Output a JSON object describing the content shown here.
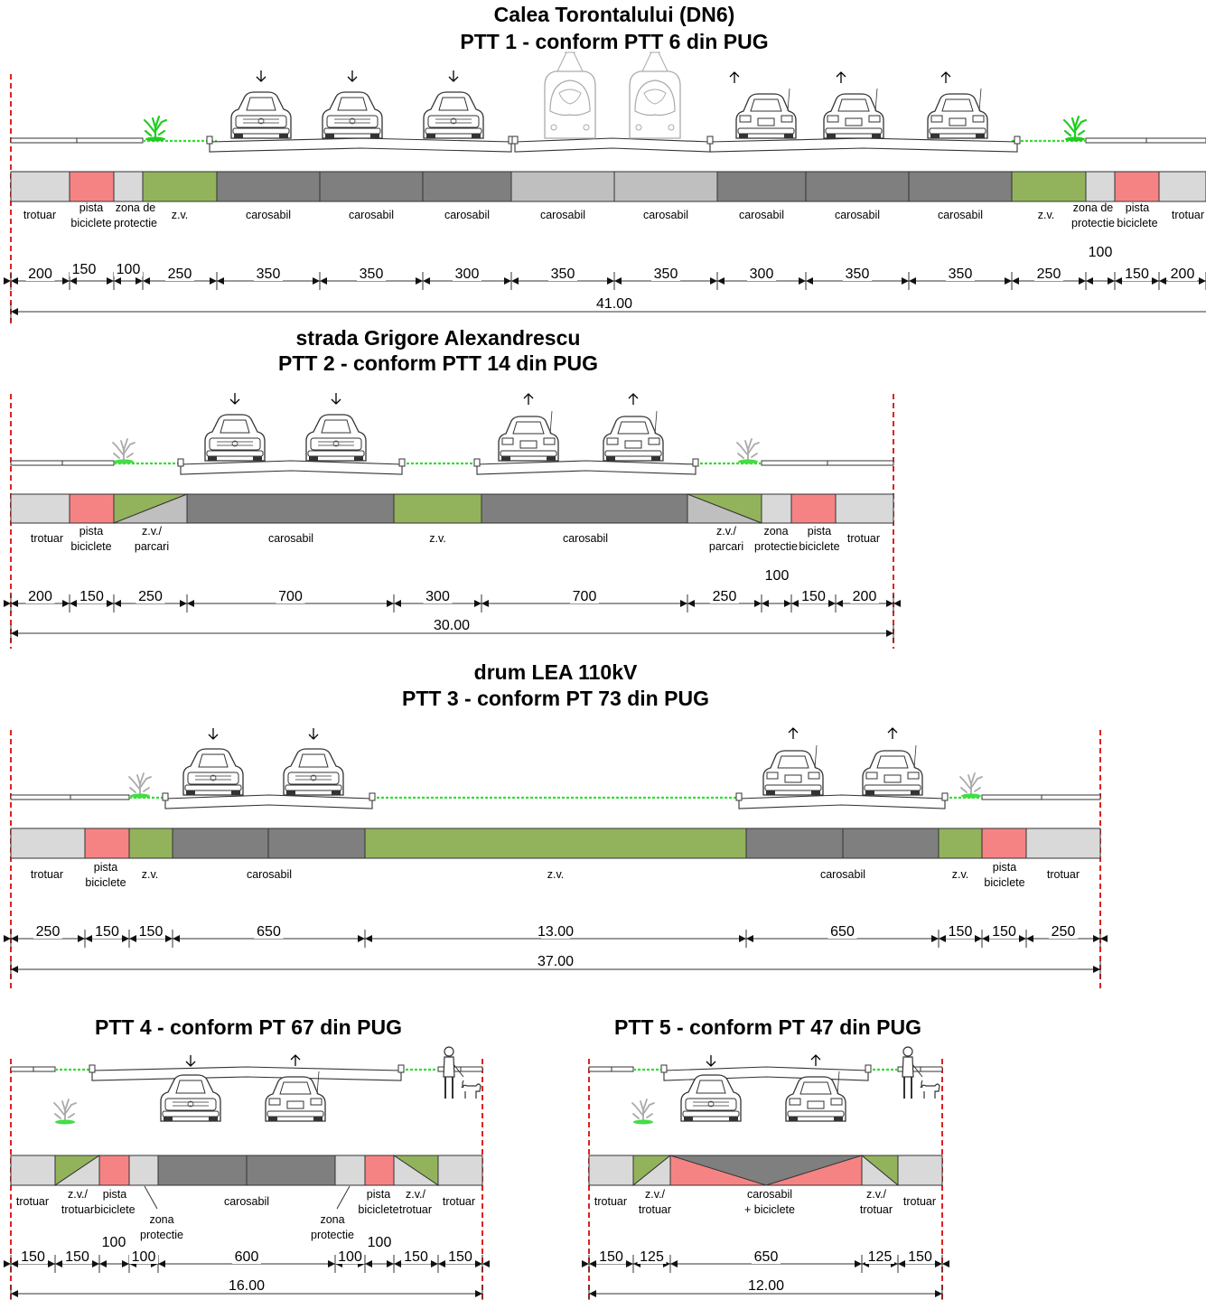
{
  "colors": {
    "trotuar": "#d9d9d9",
    "pista": "#f68383",
    "zona": "#d9d9d9",
    "zv": "#92b35c",
    "carosabil": "#7f7f7f",
    "tram": "#bfbfbf",
    "boundary": "#e02020",
    "grass": "#33dd33"
  },
  "sections": [
    {
      "id": "ptt1",
      "title_lines": [
        "Calea Torontalului (DN6)",
        "PTT 1 - conform PTT 6 din PUG"
      ],
      "total": "41.00",
      "labels": [
        [
          "trotuar"
        ],
        [
          "pista",
          "biciclete"
        ],
        [
          "zona de",
          "protectie"
        ],
        [
          "z.v."
        ],
        [
          "carosabil"
        ],
        [
          "carosabil"
        ],
        [
          "carosabil"
        ],
        [
          "carosabil"
        ],
        [
          "carosabil"
        ],
        [
          "carosabil"
        ],
        [
          "carosabil"
        ],
        [
          "carosabil"
        ],
        [
          "z.v."
        ],
        [
          "zona de",
          "protectie"
        ],
        [
          "pista",
          "biciclete"
        ],
        [
          "trotuar"
        ]
      ],
      "dims": [
        "200",
        "150",
        "100",
        "250",
        "350",
        "350",
        "300",
        "350",
        "350",
        "300",
        "350",
        "350",
        "250",
        "100",
        "150",
        "200"
      ]
    },
    {
      "id": "ptt2",
      "title_lines": [
        "strada Grigore Alexandrescu",
        "PTT 2 - conform PTT 14 din PUG"
      ],
      "total": "30.00",
      "labels": [
        [
          "trotuar"
        ],
        [
          "pista",
          "biciclete"
        ],
        [
          "z.v./",
          "parcari"
        ],
        [
          "carosabil"
        ],
        [
          "z.v."
        ],
        [
          "carosabil"
        ],
        [
          "z.v./",
          "parcari"
        ],
        [
          "zona",
          "protectie"
        ],
        [
          "pista",
          "biciclete"
        ],
        [
          "trotuar"
        ]
      ],
      "dims": [
        "200",
        "150",
        "250",
        "700",
        "300",
        "700",
        "250",
        "100",
        "150",
        "200"
      ]
    },
    {
      "id": "ptt3",
      "title_lines": [
        "drum LEA 110kV",
        "PTT 3 - conform PT 73 din PUG"
      ],
      "total": "37.00",
      "labels": [
        [
          "trotuar"
        ],
        [
          "pista",
          "biciclete"
        ],
        [
          "z.v."
        ],
        [
          "carosabil"
        ],
        [
          "z.v."
        ],
        [
          "carosabil"
        ],
        [
          "z.v."
        ],
        [
          "pista",
          "biciclete"
        ],
        [
          "trotuar"
        ]
      ],
      "dims": [
        "250",
        "150",
        "150",
        "650",
        "13.00",
        "650",
        "150",
        "150",
        "250"
      ]
    },
    {
      "id": "ptt4",
      "title_lines": [
        "PTT 4 - conform PT 67 din PUG"
      ],
      "total": "16.00",
      "labels": [
        [
          "trotuar"
        ],
        [
          "z.v./",
          "trotuar"
        ],
        [
          "pista",
          "biciclete"
        ],
        [
          "zona",
          "protectie"
        ],
        [
          "carosabil"
        ],
        [
          "zona",
          "protectie"
        ],
        [
          "pista",
          "biciclete"
        ],
        [
          "z.v./",
          "trotuar"
        ],
        [
          "trotuar"
        ]
      ],
      "dims": [
        "150",
        "150",
        "100",
        "100",
        "600",
        "100",
        "100",
        "150",
        "150"
      ]
    },
    {
      "id": "ptt5",
      "title_lines": [
        "PTT 5 - conform PT 47 din PUG"
      ],
      "total": "12.00",
      "labels": [
        [
          "trotuar"
        ],
        [
          "z.v./",
          "trotuar"
        ],
        [
          "carosabil",
          "+ biciclete"
        ],
        [
          "z.v./",
          "trotuar"
        ],
        [
          "trotuar"
        ]
      ],
      "dims": [
        "150",
        "125",
        "650",
        "125",
        "150"
      ]
    }
  ]
}
